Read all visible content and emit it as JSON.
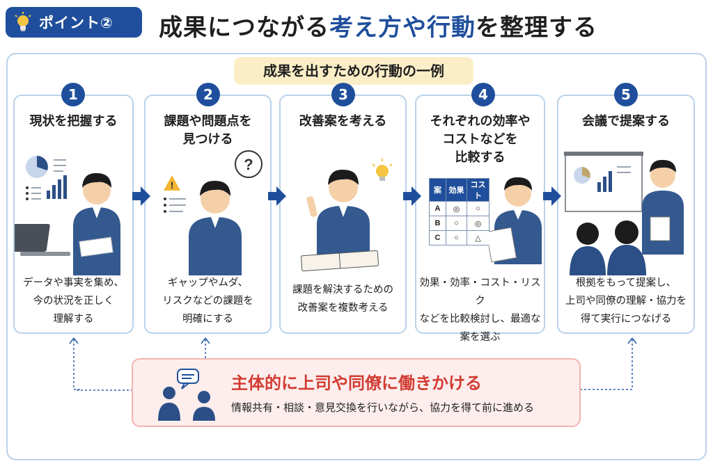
{
  "header": {
    "badge_label": "ポイント②",
    "title_part1": "成果につながる",
    "title_highlight": "考え方や行動",
    "title_part2": "を整理する"
  },
  "frame_label": "成果を出すための行動の一例",
  "steps": [
    {
      "num": "1",
      "title": "現状を把握する",
      "desc": "データや事実を集め、\n今の状況を正しく\n理解する"
    },
    {
      "num": "2",
      "title": "課題や問題点を\n見つける",
      "desc": "ギャップやムダ、\nリスクなどの課題を\n明確にする"
    },
    {
      "num": "3",
      "title": "改善案を考える",
      "desc": "課題を解決するための\n改善案を複数考える"
    },
    {
      "num": "4",
      "title": "それぞれの効率や\nコストなどを\n比較する",
      "desc": "効果・効率・コスト・リスク\nなどを比較検討し、最適な\n案を選ぶ"
    },
    {
      "num": "5",
      "title": "会議で提案する",
      "desc": "根拠をもって提案し、\n上司や同僚の理解・協力を\n得て実行につなげる"
    }
  ],
  "comparison_table": {
    "headers": [
      "案",
      "効果",
      "コスト"
    ],
    "rows": [
      [
        "A",
        "◎",
        "○"
      ],
      [
        "B",
        "○",
        "◎"
      ],
      [
        "C",
        "○",
        "△"
      ]
    ]
  },
  "bottom": {
    "headline": "主体的に上司や同僚に働きかける",
    "subtext": "情報共有・相談・意見交換を行いながら、協力を得て前に進める"
  },
  "colors": {
    "navy": "#1f4f9c",
    "frame_border": "#b9d2ea",
    "label_bg": "#fbeec7",
    "bottom_bg": "#fdeeed",
    "bottom_border": "#f3b3ae",
    "accent_red": "#d23c33"
  }
}
